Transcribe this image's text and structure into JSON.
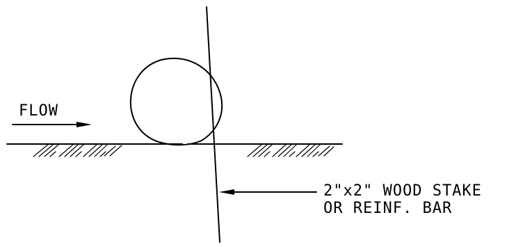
{
  "labels": {
    "flow": "FLOW",
    "callout_line1": "2\"x2\" WOOD STAKE",
    "callout_line2": "OR REINF. BAR"
  },
  "colors": {
    "line": "#000000",
    "background": "#ffffff"
  }
}
